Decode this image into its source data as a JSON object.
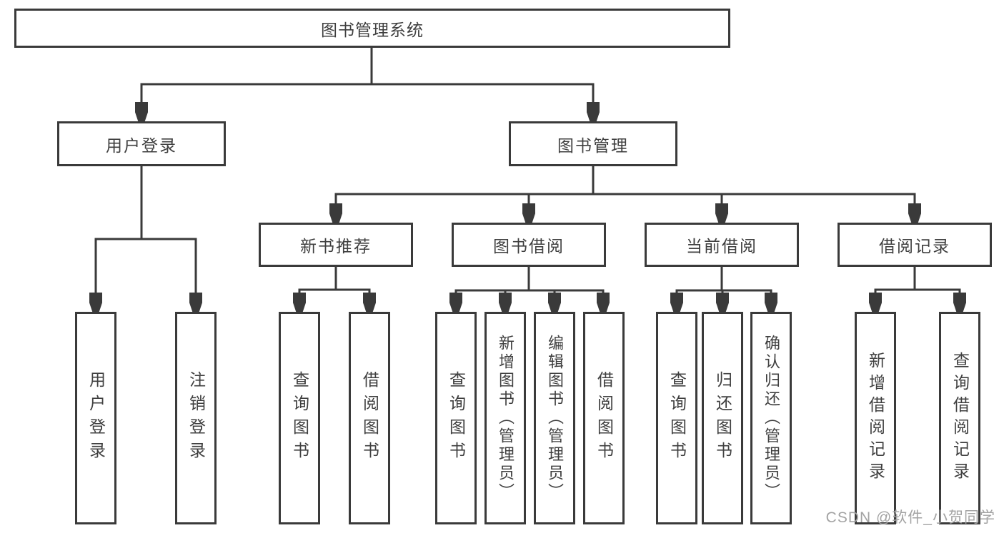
{
  "diagram": {
    "root": {
      "label": "图书管理系统"
    },
    "level2": [
      {
        "label": "用户登录"
      },
      {
        "label": "图书管理"
      }
    ],
    "level3": [
      {
        "label": "新书推荐"
      },
      {
        "label": "图书借阅"
      },
      {
        "label": "当前借阅"
      },
      {
        "label": "借阅记录"
      }
    ],
    "leaves": [
      {
        "label": "用户登录"
      },
      {
        "label": "注销登录"
      },
      {
        "label": "查询图书"
      },
      {
        "label": "借阅图书"
      },
      {
        "label": "查询图书"
      },
      {
        "label": "新增图书（管理员）"
      },
      {
        "label": "编辑图书（管理员）"
      },
      {
        "label": "借阅图书"
      },
      {
        "label": "查询图书"
      },
      {
        "label": "归还图书"
      },
      {
        "label": "确认归还（管理员）"
      },
      {
        "label": "新增借阅记录"
      },
      {
        "label": "查询借阅记录"
      }
    ]
  },
  "watermark": "CSDN @软件_小贺同学",
  "colors": {
    "line": "#3a3a3a",
    "text": "#3f3f3f",
    "watermark": "#a3a3a3",
    "background": "#ffffff"
  }
}
